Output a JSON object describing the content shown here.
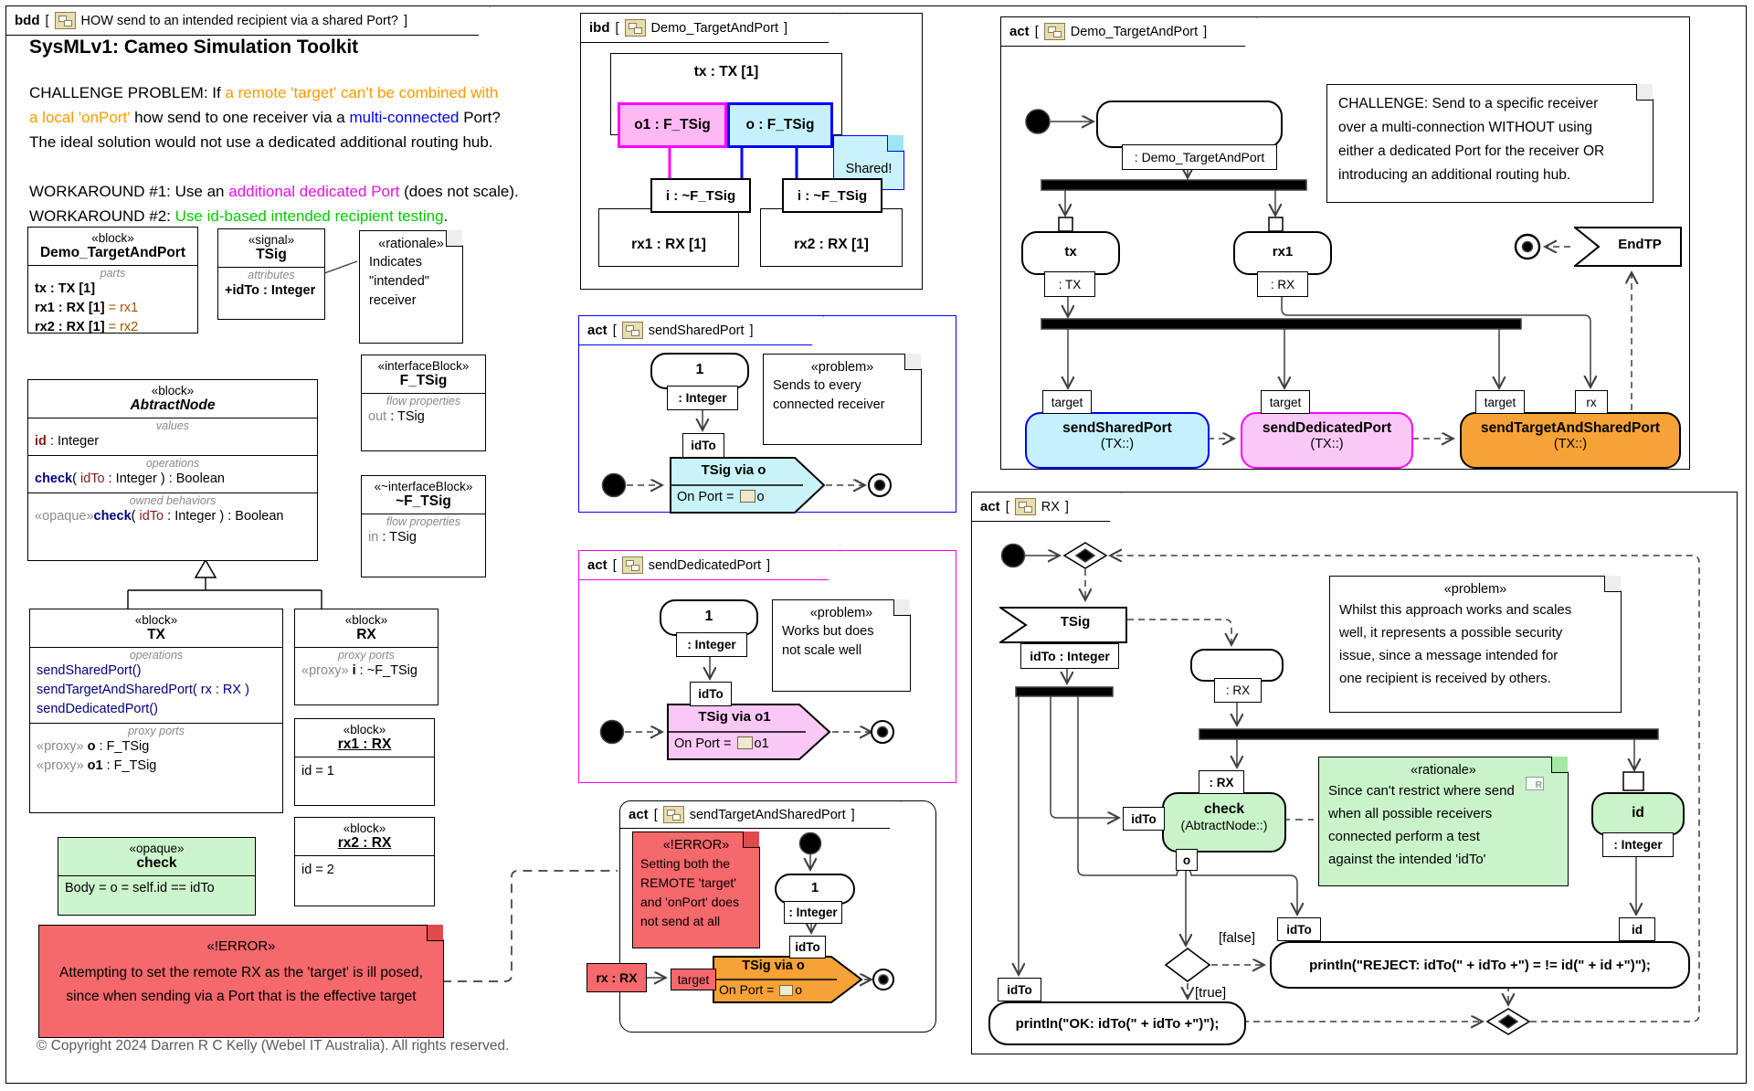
{
  "common": {
    "open": "[",
    "close": "]"
  },
  "bdd": {
    "kind": "bdd",
    "title": "HOW send to an intended recipient via a shared Port?"
  },
  "intro": {
    "title": "SysMLv1: Cameo Simulation Toolkit",
    "c1a": "CHALLENGE PROBLEM: If ",
    "c1b": "a remote 'target' can't be combined with",
    "c2a": "a local 'onPort'",
    "c2b": " how send to one receiver via a ",
    "c2c": "multi-connected",
    "c2d": " Port?",
    "c3": "The ideal solution would not use a dedicated additional routing hub.",
    "w1a": "WORKAROUND #1: Use an ",
    "w1b": "additional dedicated Port",
    "w1c": " (does not scale).",
    "w2a": "WORKAROUND #2: ",
    "w2b": "Use id-based intended recipient testing",
    "w2c": "."
  },
  "demo_block": {
    "st": "«block»",
    "name": "Demo_TargetAndPort",
    "cmp": "parts",
    "p1": "tx : TX [1]",
    "p2": "rx1 : RX [1] ",
    "p2eq": "= rx1",
    "p3": "rx2 : RX [1] ",
    "p3eq": "= rx2"
  },
  "tsig_block": {
    "st": "«signal»",
    "name": "TSig",
    "cmp": "attributes",
    "a1": "+idTo : Integer"
  },
  "rationale_note": {
    "st": "«rationale»",
    "l1": "Indicates",
    "l2": "\"intended\"",
    "l3": "receiver"
  },
  "ftsig_block": {
    "st": "«interfaceBlock»",
    "name": "F_TSig",
    "cmp": "flow properties",
    "dir": "out",
    "type": " : TSig"
  },
  "nftsig_block": {
    "st": "«~interfaceBlock»",
    "name": "~F_TSig",
    "cmp": "flow properties",
    "dir": "in",
    "type": " : TSig"
  },
  "abstract_block": {
    "st": "«block»",
    "name": "AbtractNode",
    "vl": "values",
    "vn": "id",
    "vt": " : Integer",
    "ol": "operations",
    "on": "check",
    "op1": "( ",
    "opr": "idTo",
    "op2": " : Integer ) : Boolean",
    "bl": "owned behaviors",
    "bst": "«opaque»",
    "bn": "check",
    "bp1": "( ",
    "bpr": "idTo",
    "bp2": " : Integer ) : Boolean"
  },
  "tx_block": {
    "st": "«block»",
    "name": "TX",
    "ol": "operations",
    "o1": "sendSharedPort()",
    "o2": "sendTargetAndSharedPort( rx : RX )",
    "o3": "sendDedicatedPort()",
    "pl": "proxy ports",
    "pp1st": "«proxy» ",
    "pp1n": "o",
    "pp1t": " : F_TSig",
    "pp2st": "«proxy» ",
    "pp2n": "o1",
    "pp2t": " : F_TSig"
  },
  "rx_block": {
    "st": "«block»",
    "name": "RX",
    "pl": "proxy ports",
    "ppst": "«proxy» ",
    "ppn": "i",
    "ppt": " : ~F_TSig"
  },
  "rx1_block": {
    "st": "«block»",
    "name": "rx1 : RX",
    "slot": "id = 1"
  },
  "rx2_block": {
    "st": "«block»",
    "name": "rx2 : RX",
    "slot": "id = 2"
  },
  "opaque_check": {
    "st": "«opaque»",
    "name": "check",
    "body": "Body = o = self.id == idTo"
  },
  "error_note": {
    "st": "«!ERROR»",
    "l1": "Attempting to set the remote RX as the 'target' is ill posed,",
    "l2": "since when sending via a Port that is the effective target"
  },
  "copyright": "© Copyright 2024 Darren R C Kelly (Webel IT Australia). All rights reserved.",
  "ibd": {
    "kind": "ibd",
    "title": "Demo_TargetAndPort",
    "tx": "tx : TX [1]",
    "o1": "o1 : F_TSig",
    "o": "o : F_TSig",
    "note": "Shared!",
    "i1": "i : ~F_TSig",
    "i2": "i : ~F_TSig",
    "rx1": "rx1 : RX [1]",
    "rx2": "rx2 : RX [1]"
  },
  "act_shared": {
    "kind": "act",
    "title": "sendSharedPort",
    "one": "1",
    "ptype": ": Integer",
    "pidto": "idTo",
    "sig": "TSig via o",
    "onport": "On Port = ",
    "port": "o",
    "nst": "«problem»",
    "n1": "Sends to every",
    "n2": "connected receiver"
  },
  "act_ded": {
    "kind": "act",
    "title": "sendDedicatedPort",
    "one": "1",
    "ptype": ": Integer",
    "pidto": "idTo",
    "sig": "TSig via o1",
    "onport": "On Port = ",
    "port": "o1",
    "nst": "«problem»",
    "n1": "Works but does",
    "n2": "not scale well"
  },
  "act_tgt": {
    "kind": "act",
    "title": "sendTargetAndSharedPort",
    "est": "«!ERROR»",
    "e1": "Setting both the",
    "e2": "REMOTE 'target'",
    "e3": "and 'onPort' does",
    "e4": "not send at all",
    "one": "1",
    "ptype": ": Integer",
    "pidto": "idTo",
    "rxbox": "rx : RX",
    "ptarget": "target",
    "sig": "TSig via o",
    "onport": "On Port = ",
    "port": "o"
  },
  "act_demo": {
    "kind": "act",
    "title": "Demo_TargetAndPort",
    "n1": "CHALLENGE: Send to a specific receiver",
    "n2": "over a multi-connection WITHOUT using",
    "n3": "either a dedicated Port for the receiver OR",
    "n4": "introducing an additional routing hub.",
    "alabel": ": Demo_TargetAndPort",
    "tx": "tx",
    "txt": ": TX",
    "rx1": "rx1",
    "rx1t": ": RX",
    "endtp": "EndTP",
    "t1": "target",
    "t2": "target",
    "t3": "target",
    "prx": "rx",
    "a1": "sendSharedPort",
    "a1s": "(TX::)",
    "a2": "sendDedicatedPort",
    "a2s": "(TX::)",
    "a3": "sendTargetAndSharedPort",
    "a3s": "(TX::)"
  },
  "act_rx": {
    "kind": "act",
    "title": "RX",
    "tsig": "TSig",
    "tsigpin": "idTo : Integer",
    "rxlabel": ": RX",
    "nst": "«problem»",
    "n1": "Whilst this approach works and scales",
    "n2": "well, it represents a possible security",
    "n3": "issue, since a message intended for",
    "n4": "one recipient is received by others.",
    "checkname": "check",
    "checksub": "(AbtractNode::)",
    "prx": ": RX",
    "pidto": "idTo",
    "po": "o",
    "rst": "«rationale»",
    "ricon": "R",
    "r1": "Since can't restrict where send",
    "r2": "when all possible receivers",
    "r3": "connected perform a test",
    "r4": "against the intended 'idTo'",
    "idname": "id",
    "idtype": ": Integer",
    "pid": "id",
    "gfalse": "[false]",
    "gtrue": "[true]",
    "reject": "println(\"REJECT: idTo(\" + idTo +\") = != id(\" + id +\")\");",
    "rejidto": "idTo",
    "rejid": "id",
    "ok": "println(\"OK: idTo(\" + idTo +\")\");",
    "okidto": "idTo"
  }
}
